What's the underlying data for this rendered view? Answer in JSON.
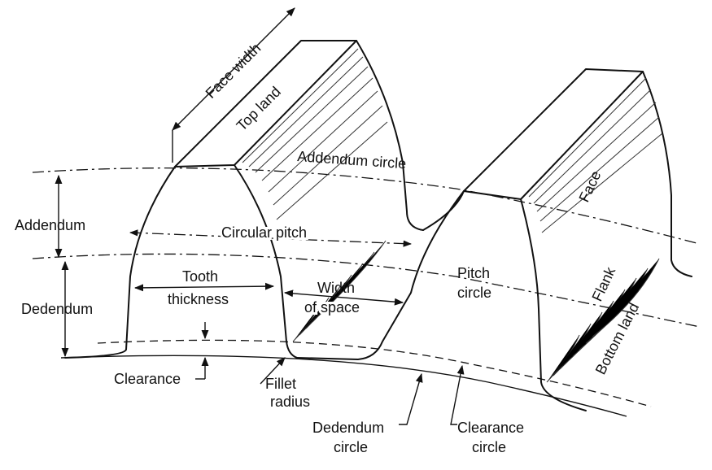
{
  "labels": {
    "face_width": "Face width",
    "top_land": "Top land",
    "addendum_circle": "Addendum circle",
    "face": "Face",
    "addendum": "Addendum",
    "circular_pitch": "Circular pitch",
    "pitch_line1": "Pitch",
    "pitch_line2": "circle",
    "flank": "Flank",
    "tooth_line1": "Tooth",
    "tooth_line2": "thickness",
    "width_line1": "Width",
    "width_line2": "of space",
    "dedendum": "Dedendum",
    "bottom_land": "Bottom land",
    "clearance": "Clearance",
    "fillet_line1": "Fillet",
    "fillet_line2": "radius",
    "dedendum_circle_line1": "Dedendum",
    "dedendum_circle_line2": "circle",
    "clearance_circle_line1": "Clearance",
    "clearance_circle_line2": "circle"
  }
}
